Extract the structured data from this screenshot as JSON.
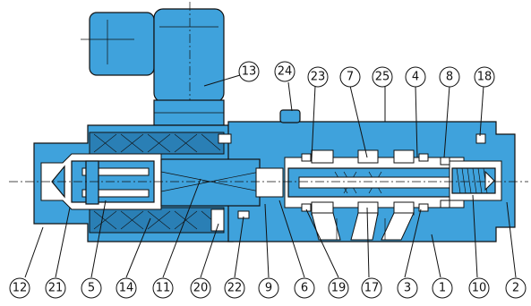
{
  "callouts_top": [
    "13",
    "24",
    "23",
    "7",
    "25",
    "4",
    "8",
    "18"
  ],
  "callouts_bottom": [
    "12",
    "21",
    "5",
    "14",
    "11",
    "20",
    "22",
    "9",
    "6",
    "19",
    "17",
    "3",
    "1",
    "10",
    "2"
  ]
}
